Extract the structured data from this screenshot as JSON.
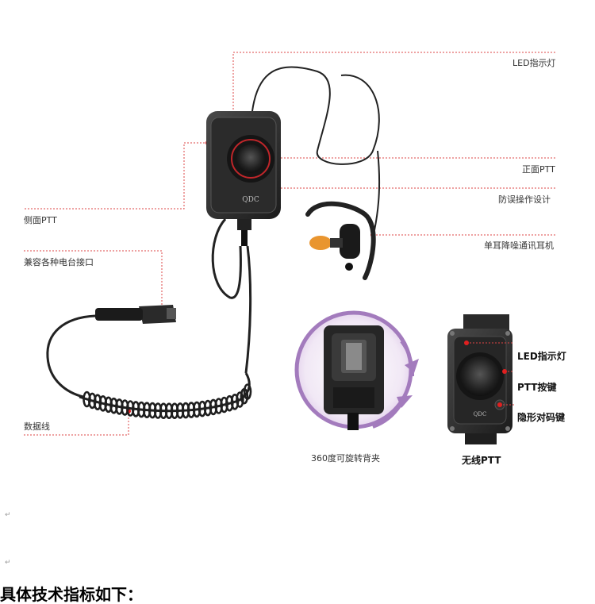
{
  "device_logo": "QDC",
  "labels": {
    "led_top": "LED指示灯",
    "front_ptt": "正面PTT",
    "anti_mistake": "防误操作设计",
    "side_ptt": "侧面PTT",
    "earphone": "单耳降噪通讯耳机",
    "compatible": "兼容各种电台接口",
    "data_cable": "数据线",
    "clip": "360度可旋转背夹",
    "wireless_led": "LED指示灯",
    "wireless_ptt_key": "PTT按键",
    "wireless_pair_key": "隐形对码键",
    "wireless_title": "无线PTT"
  },
  "return_mark": "↵",
  "bottom_text": "具体技术指标如下："
}
